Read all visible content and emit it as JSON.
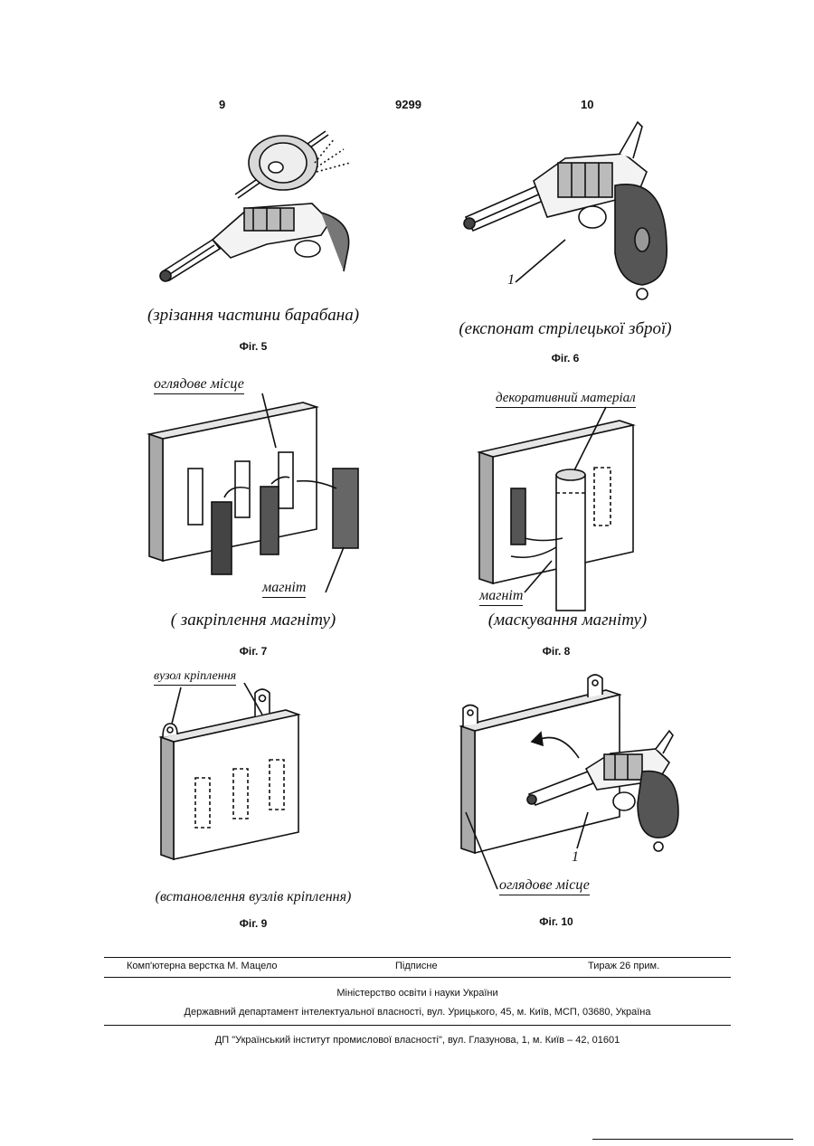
{
  "header": {
    "page_left": "9",
    "patent_number": "9299",
    "page_right": "10"
  },
  "figures": {
    "fig5": {
      "caption": "(зрізання частини барабана)",
      "label": "Фіг. 5"
    },
    "fig6": {
      "caption": "(експонат стрілецької зброї)",
      "label": "Фіг. 6",
      "callout": "1"
    },
    "fig7": {
      "caption": "( закріплення магніту)",
      "label": "Фіг. 7",
      "annotation_top": "оглядове місце",
      "annotation_magnet": "магніт"
    },
    "fig8": {
      "caption": "(маскування магніту)",
      "label": "Фіг. 8",
      "annotation_top": "декоративний матеріал",
      "annotation_magnet": "магніт"
    },
    "fig9": {
      "caption": "(встановлення вузлів кріплення)",
      "label": "Фіг. 9",
      "annotation_top": "вузол кріплення"
    },
    "fig10": {
      "caption": "",
      "label": "Фіг. 10",
      "annotation_bottom": "оглядове місце",
      "callout": "1"
    }
  },
  "footer": {
    "layout": "Комп'ютерна верстка М. Мацело",
    "signed": "Підписне",
    "print_run": "Тираж 26 прим.",
    "ministry": "Міністерство освіти і науки України",
    "department": "Державний департамент інтелектуальної власності, вул. Урицького, 45, м. Київ, МСП, 03680, Україна",
    "institute": "ДП \"Український інститут промислової власності\", вул. Глазунова, 1, м. Київ – 42, 01601"
  }
}
